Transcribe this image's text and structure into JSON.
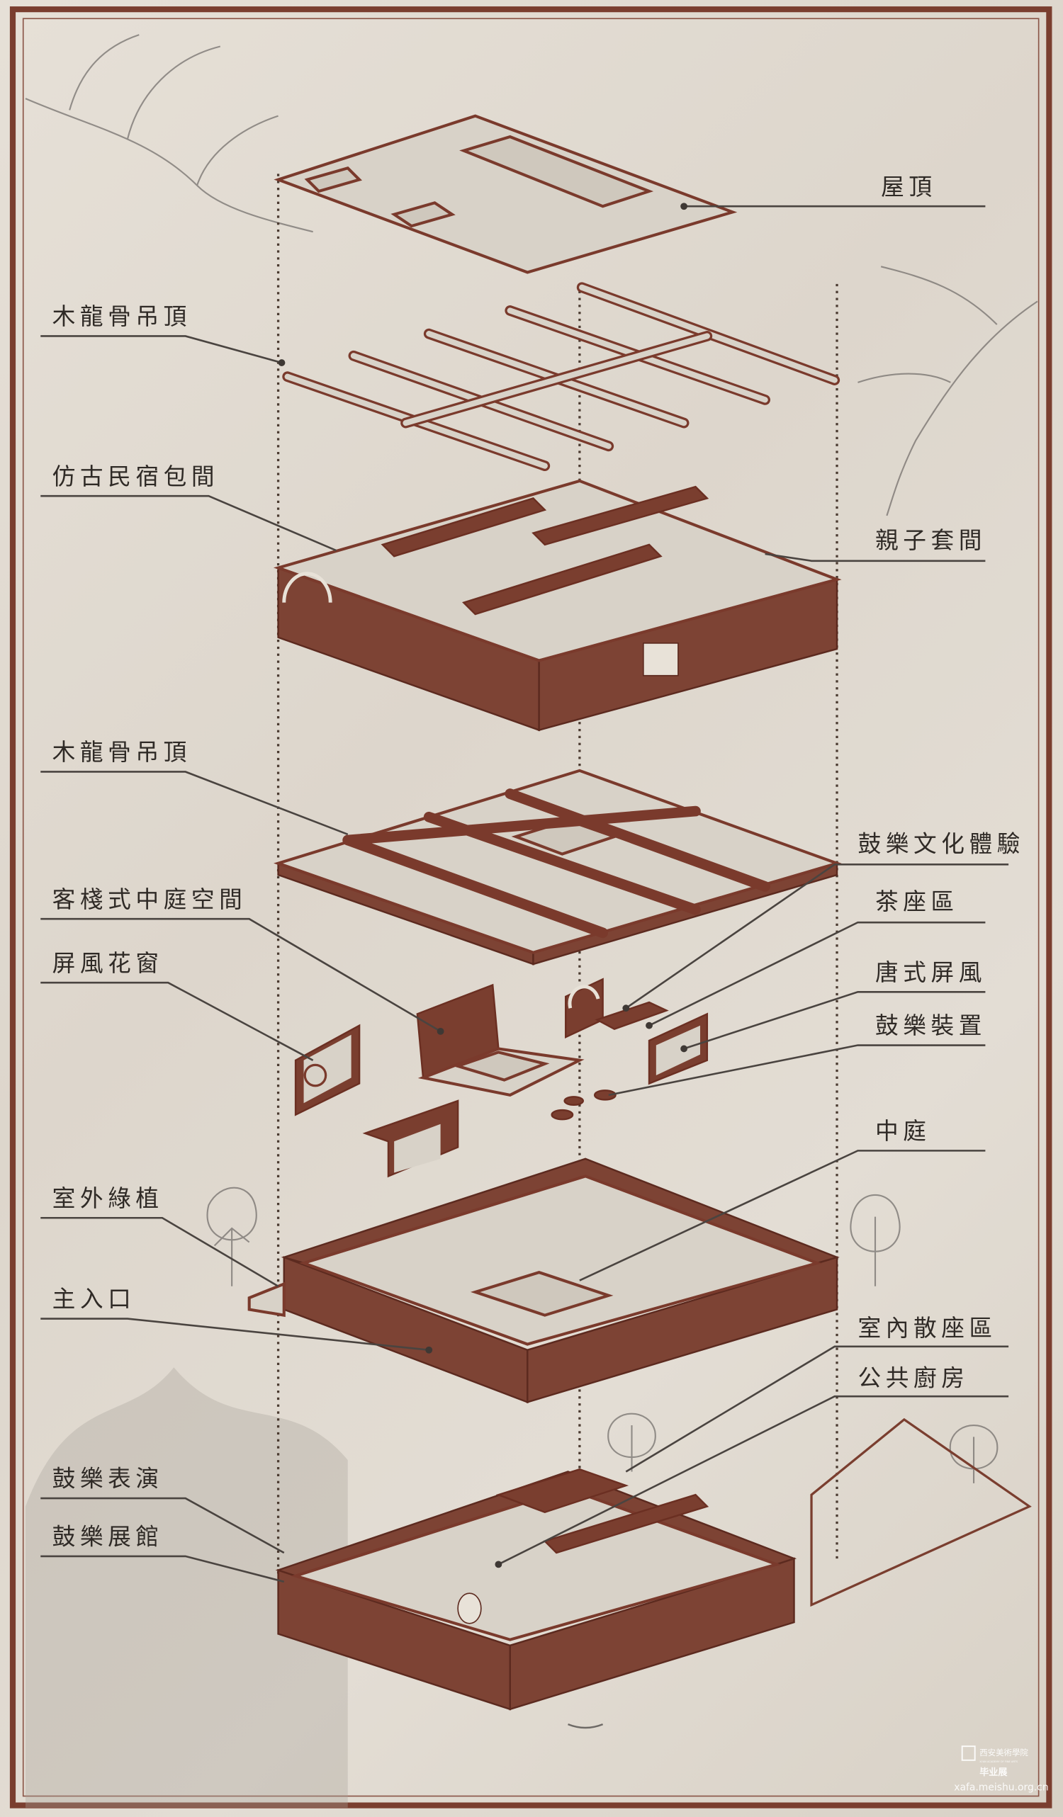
{
  "diagram": {
    "type": "exploded-axonometric",
    "colors": {
      "frame": "#7a3e2f",
      "paper": "#e4ded5",
      "wall": "#7d4334",
      "text": "#2f2a26"
    },
    "labels_left": [
      "木龍骨吊頂",
      "仿古民宿包間",
      "木龍骨吊頂",
      "客棧式中庭空間",
      "屏風花窗",
      "室外綠植",
      "主入口",
      "鼓樂表演",
      "鼓樂展館"
    ],
    "labels_right": [
      "屋頂",
      "親子套間",
      "鼓樂文化體驗",
      "茶座區",
      "唐式屏風",
      "鼓樂裝置",
      "中庭",
      "室內散座區",
      "公共廚房"
    ],
    "watermark": {
      "school": "西安美術學院",
      "school_en": "XI'AN ACADEMY OF FINE ARTS",
      "event": "毕业展",
      "url": "xafa.meishu.org.cn"
    }
  }
}
